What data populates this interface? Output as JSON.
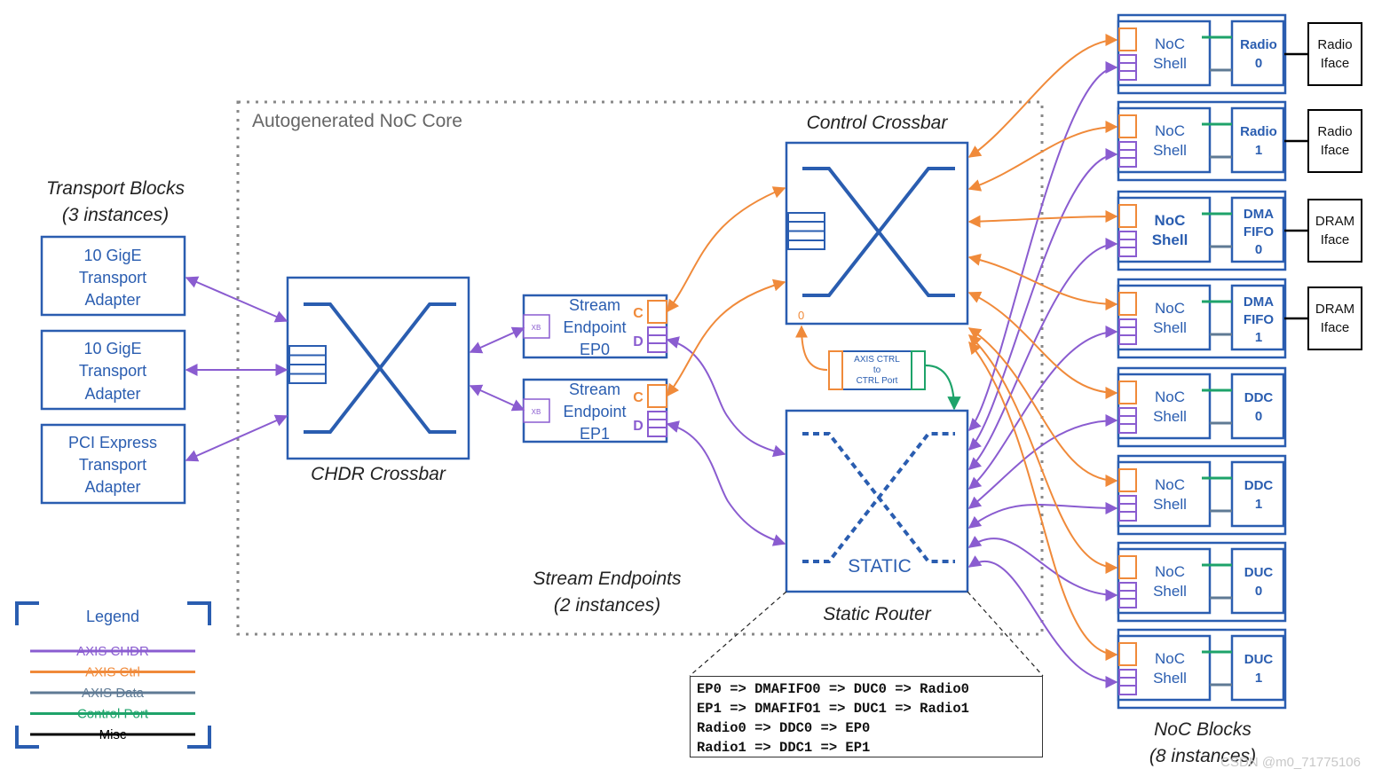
{
  "core": {
    "title": "Autogenerated NoC Core"
  },
  "transport": {
    "title": "Transport Blocks",
    "subtitle": "(3 instances)",
    "blocks": [
      {
        "lines": [
          "10 GigE",
          "Transport",
          "Adapter"
        ]
      },
      {
        "lines": [
          "10 GigE",
          "Transport",
          "Adapter"
        ]
      },
      {
        "lines": [
          "PCI Express",
          "Transport",
          "Adapter"
        ]
      }
    ]
  },
  "chdr_crossbar": {
    "label": "CHDR Crossbar"
  },
  "endpoints": {
    "title": "Stream Endpoints",
    "subtitle": "(2 instances)",
    "items": [
      {
        "lines": [
          "Stream",
          "Endpoint",
          "EP0"
        ],
        "xb": "XB",
        "c": "C",
        "d": "D"
      },
      {
        "lines": [
          "Stream",
          "Endpoint",
          "EP1"
        ],
        "xb": "XB",
        "c": "C",
        "d": "D"
      }
    ]
  },
  "control_crossbar": {
    "label": "Control Crossbar",
    "port": "0"
  },
  "axis_ctrl": {
    "lines": [
      "AXIS CTRL",
      "to",
      "CTRL Port"
    ]
  },
  "static_router": {
    "label": "Static Router",
    "inner": "STATIC"
  },
  "routes": [
    "EP0 => DMAFIFO0 => DUC0 => Radio0",
    "EP1 => DMAFIFO1 => DUC1 => Radio1",
    "Radio0 => DDC0 => EP0",
    "Radio1 => DDC1 => EP1"
  ],
  "noc_blocks": {
    "title": "NoC Blocks",
    "subtitle": "(8 instances)",
    "items": [
      {
        "shell": [
          "NoC",
          "Shell"
        ],
        "block": [
          "Radio",
          "0"
        ],
        "shell_bold": false
      },
      {
        "shell": [
          "NoC",
          "Shell"
        ],
        "block": [
          "Radio",
          "1"
        ],
        "shell_bold": false
      },
      {
        "shell": [
          "NoC",
          "Shell"
        ],
        "block": [
          "DMA",
          "FIFO",
          "0"
        ],
        "shell_bold": true
      },
      {
        "shell": [
          "NoC",
          "Shell"
        ],
        "block": [
          "DMA",
          "FIFO",
          "1"
        ],
        "shell_bold": false
      },
      {
        "shell": [
          "NoC",
          "Shell"
        ],
        "block": [
          "DDC",
          "0"
        ],
        "shell_bold": false
      },
      {
        "shell": [
          "NoC",
          "Shell"
        ],
        "block": [
          "DDC",
          "1"
        ],
        "shell_bold": false
      },
      {
        "shell": [
          "NoC",
          "Shell"
        ],
        "block": [
          "DUC",
          "0"
        ],
        "shell_bold": false
      },
      {
        "shell": [
          "NoC",
          "Shell"
        ],
        "block": [
          "DUC",
          "1"
        ],
        "shell_bold": false
      }
    ]
  },
  "ifaces": [
    {
      "lines": [
        "Radio",
        "Iface"
      ]
    },
    {
      "lines": [
        "Radio",
        "Iface"
      ]
    },
    {
      "lines": [
        "DRAM",
        "Iface"
      ]
    },
    {
      "lines": [
        "DRAM",
        "Iface"
      ]
    }
  ],
  "legend": {
    "title": "Legend",
    "items": [
      {
        "label": "AXIS CHDR",
        "color": "#8a5cd0"
      },
      {
        "label": "AXIS Ctrl",
        "color": "#f08a3a"
      },
      {
        "label": "AXIS Data",
        "color": "#5f7a94"
      },
      {
        "label": "Control Port",
        "color": "#1ea36a"
      },
      {
        "label": "Misc",
        "color": "#000000"
      }
    ]
  },
  "colors": {
    "block_blue": "#2a5db0",
    "chdr": "#8a5cd0",
    "ctrl": "#f08a3a",
    "data": "#5f7a94",
    "control_port": "#1ea36a",
    "misc": "#000000",
    "core_border": "#888888"
  },
  "watermark": "CSDN @m0_71775106"
}
